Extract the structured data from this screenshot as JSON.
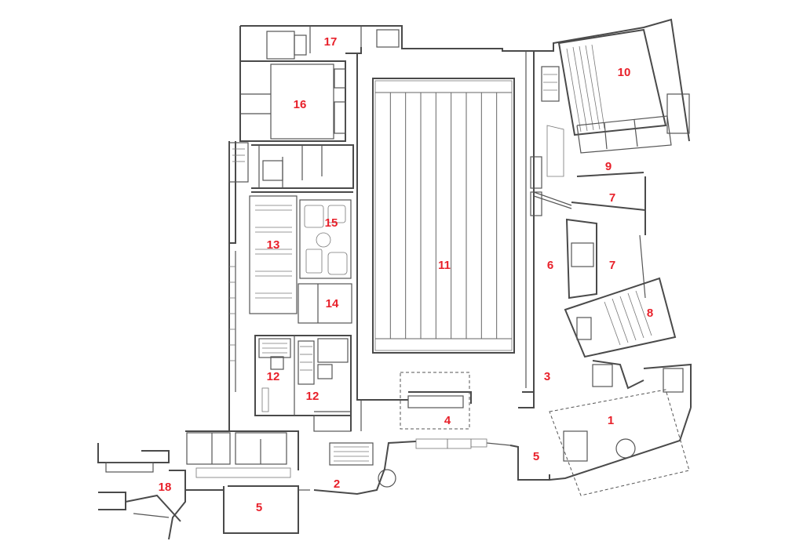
{
  "labels": {
    "l1": "1",
    "l2": "2",
    "l3": "3",
    "l4": "4",
    "l5a": "5",
    "l5b": "5",
    "l6": "6",
    "l7a": "7",
    "l7b": "7",
    "l8": "8",
    "l9": "9",
    "l10": "10",
    "l11": "11",
    "l12a": "12",
    "l12b": "12",
    "l13": "13",
    "l14": "14",
    "l15": "15",
    "l16": "16",
    "l17": "17",
    "l18": "18"
  },
  "colors": {
    "label": "#e8202a",
    "walls": "#4a4a4a",
    "background": "#ffffff"
  },
  "pool": {
    "lane_count": 8
  }
}
